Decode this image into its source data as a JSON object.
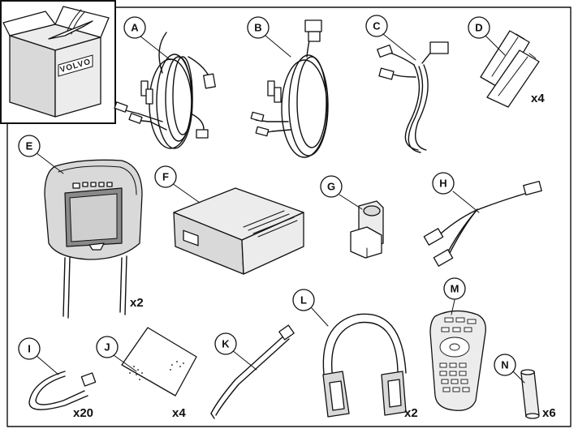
{
  "box_logo": "VOLVO",
  "parts": [
    {
      "letter": "A",
      "qty": ""
    },
    {
      "letter": "B",
      "qty": ""
    },
    {
      "letter": "C",
      "qty": ""
    },
    {
      "letter": "D",
      "qty": "x4"
    },
    {
      "letter": "E",
      "qty": "x2"
    },
    {
      "letter": "F",
      "qty": ""
    },
    {
      "letter": "G",
      "qty": ""
    },
    {
      "letter": "H",
      "qty": ""
    },
    {
      "letter": "I",
      "qty": "x20"
    },
    {
      "letter": "J",
      "qty": "x4"
    },
    {
      "letter": "K",
      "qty": ""
    },
    {
      "letter": "L",
      "qty": "x2"
    },
    {
      "letter": "M",
      "qty": ""
    },
    {
      "letter": "N",
      "qty": "x6"
    }
  ]
}
